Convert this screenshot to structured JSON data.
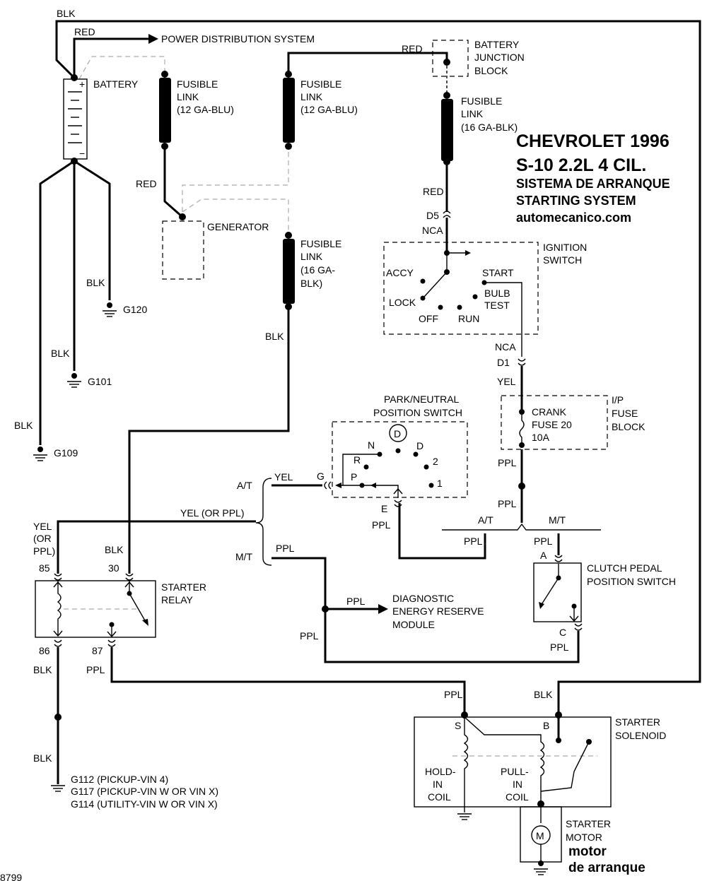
{
  "title": {
    "line1": "CHEVROLET 1996",
    "line2": "S-10  2.2L 4 CIL.",
    "line3": "SISTEMA DE ARRANQUE",
    "line4": "STARTING SYSTEM",
    "site": "automecanico.com"
  },
  "battery": {
    "label": "BATTERY",
    "plus": "+",
    "minus": "−"
  },
  "power_distribution": "POWER DISTRIBUTION SYSTEM",
  "battery_junction_block": [
    "BATTERY",
    "JUNCTION",
    "BLOCK"
  ],
  "fusible_links": {
    "link1": [
      "FUSIBLE",
      "LINK",
      "(12 GA-BLU)"
    ],
    "link2": [
      "FUSIBLE",
      "LINK",
      "(12 GA-BLU)"
    ],
    "link3": [
      "FUSIBLE",
      "LINK",
      "(16 GA-BLK)"
    ],
    "link4": [
      "FUSIBLE",
      "LINK",
      "(16 GA-",
      "BLK)"
    ]
  },
  "generator": "GENERATOR",
  "ignition_switch": {
    "label": [
      "IGNITION",
      "SWITCH"
    ],
    "positions": {
      "accy": "ACCY",
      "lock": "LOCK",
      "off": "OFF",
      "run": "RUN",
      "start": "START",
      "bulb": [
        "BULB",
        "TEST"
      ]
    }
  },
  "fuse_block": {
    "label": [
      "I/P",
      "FUSE",
      "BLOCK"
    ],
    "fuse": [
      "CRANK",
      "FUSE 20",
      "10A"
    ]
  },
  "pn_switch": {
    "label": [
      "PARK/NEUTRAL",
      "POSITION SWITCH"
    ],
    "positions": {
      "circle": "D",
      "n": "N",
      "r": "R",
      "p": "P",
      "d": "D",
      "two": "2",
      "one": "1"
    },
    "terminals": {
      "g": "G",
      "e": "E"
    }
  },
  "trans_labels": {
    "at": "A/T",
    "mt": "M/T",
    "at2": "A/T",
    "mt2": "M/T"
  },
  "clutch_switch": {
    "label": [
      "CLUTCH PEDAL",
      "POSITION SWITCH"
    ],
    "a": "A",
    "c": "C"
  },
  "starter_relay": {
    "label": [
      "STARTER",
      "RELAY"
    ],
    "pins": {
      "p85": "85",
      "p30": "30",
      "p86": "86",
      "p87": "87"
    }
  },
  "derm": [
    "DIAGNOSTIC",
    "ENERGY RESERVE",
    "MODULE"
  ],
  "solenoid": {
    "label": [
      "STARTER",
      "SOLENOID"
    ],
    "s": "S",
    "b": "B",
    "hold": [
      "HOLD-",
      "IN",
      "COIL"
    ],
    "pull": [
      "PULL-",
      "IN",
      "COIL"
    ]
  },
  "motor": {
    "label": [
      "STARTER",
      "MOTOR"
    ],
    "symbol": "M",
    "spanish": [
      "motor",
      "de arranque"
    ]
  },
  "grounds": {
    "g120": "G120",
    "g101": "G101",
    "g109": "G109",
    "g112": "G112 (PICKUP-VIN 4)",
    "g117": "G117 (PICKUP-VIN W OR VIN X)",
    "g114": "G114 (UTILITY-VIN W OR VIN X)"
  },
  "connectors": {
    "d5": "D5",
    "nca1": "NCA",
    "nca2": "NCA",
    "d1": "D1"
  },
  "wires": {
    "blk_top": "BLK",
    "red_top": "RED",
    "red_bjb": "RED",
    "red_gen": "RED",
    "red_d5": "RED",
    "blk_fl4": "BLK",
    "blk_g120": "BLK",
    "blk_g101": "BLK",
    "blk_g109": "BLK",
    "yel_d1": "YEL",
    "ppl_fuse1": "PPL",
    "ppl_fuse2": "PPL",
    "yel_g": "YEL",
    "yel_or_ppl": "YEL (OR PPL)",
    "yel_85": [
      "YEL",
      "(OR",
      "PPL)"
    ],
    "blk_30": "BLK",
    "ppl_mt": "PPL",
    "ppl_e": "PPL",
    "ppl_at": "PPL",
    "ppl_a": "PPL",
    "ppl_derm": "PPL",
    "ppl_left": "PPL",
    "ppl_c": "PPL",
    "blk_86": "BLK",
    "ppl_87": "PPL",
    "ppl_s": "PPL",
    "blk_b": "BLK",
    "blk_gnd": "BLK"
  },
  "footer_code": "8799"
}
